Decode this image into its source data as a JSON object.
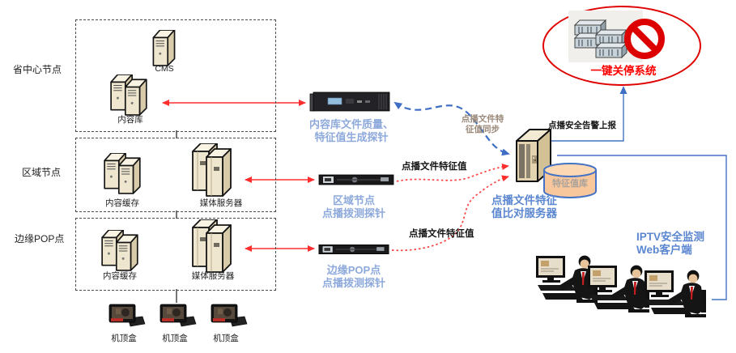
{
  "zones": {
    "province": {
      "label": "省中心节点",
      "cms_label": "CMS",
      "content_lib_label": "内容库"
    },
    "region": {
      "label": "区域节点",
      "cache_label": "内容缓存",
      "media_label": "媒体服务器"
    },
    "edge": {
      "label": "边缘POP点",
      "cache_label": "内容缓存",
      "media_label": "媒体服务器"
    }
  },
  "stb": {
    "labels": [
      "机顶盒",
      "机顶盒",
      "机顶盒"
    ]
  },
  "probes": {
    "quality": {
      "line1": "内容库文件质量、",
      "line2": "特征值生成探针"
    },
    "region": {
      "line1": "区域节点",
      "line2": "点播拨测探针"
    },
    "edge": {
      "line1": "边缘POP点",
      "line2": "点播拨测探针"
    }
  },
  "flows": {
    "sync_line1": "点播文件特",
    "sync_line2": "征值同步",
    "feature_region": "点播文件特征值",
    "feature_edge": "点播文件特征值",
    "alert_report": "点播安全告警上报"
  },
  "compare_server": {
    "line1": "点播文件特征",
    "line2": "值比对服务器",
    "db_label": "特征值库"
  },
  "shutdown_system": {
    "label": "一键关停系统"
  },
  "web_client": {
    "line1": "IPTV安全监测",
    "line2": "Web客户端"
  },
  "colors": {
    "probe_label_blue": "#8ea9db",
    "strong_label_blue": "#5b86d0",
    "connector_blue": "#4472c4",
    "arrow_red": "#ff2e2e",
    "alert_red": "#ff0000",
    "ellipse_red": "#e00000",
    "db_fill": "#f9c79c",
    "sync_label_brown": "#9b8a7a",
    "server_beige": "#efe6cf"
  }
}
